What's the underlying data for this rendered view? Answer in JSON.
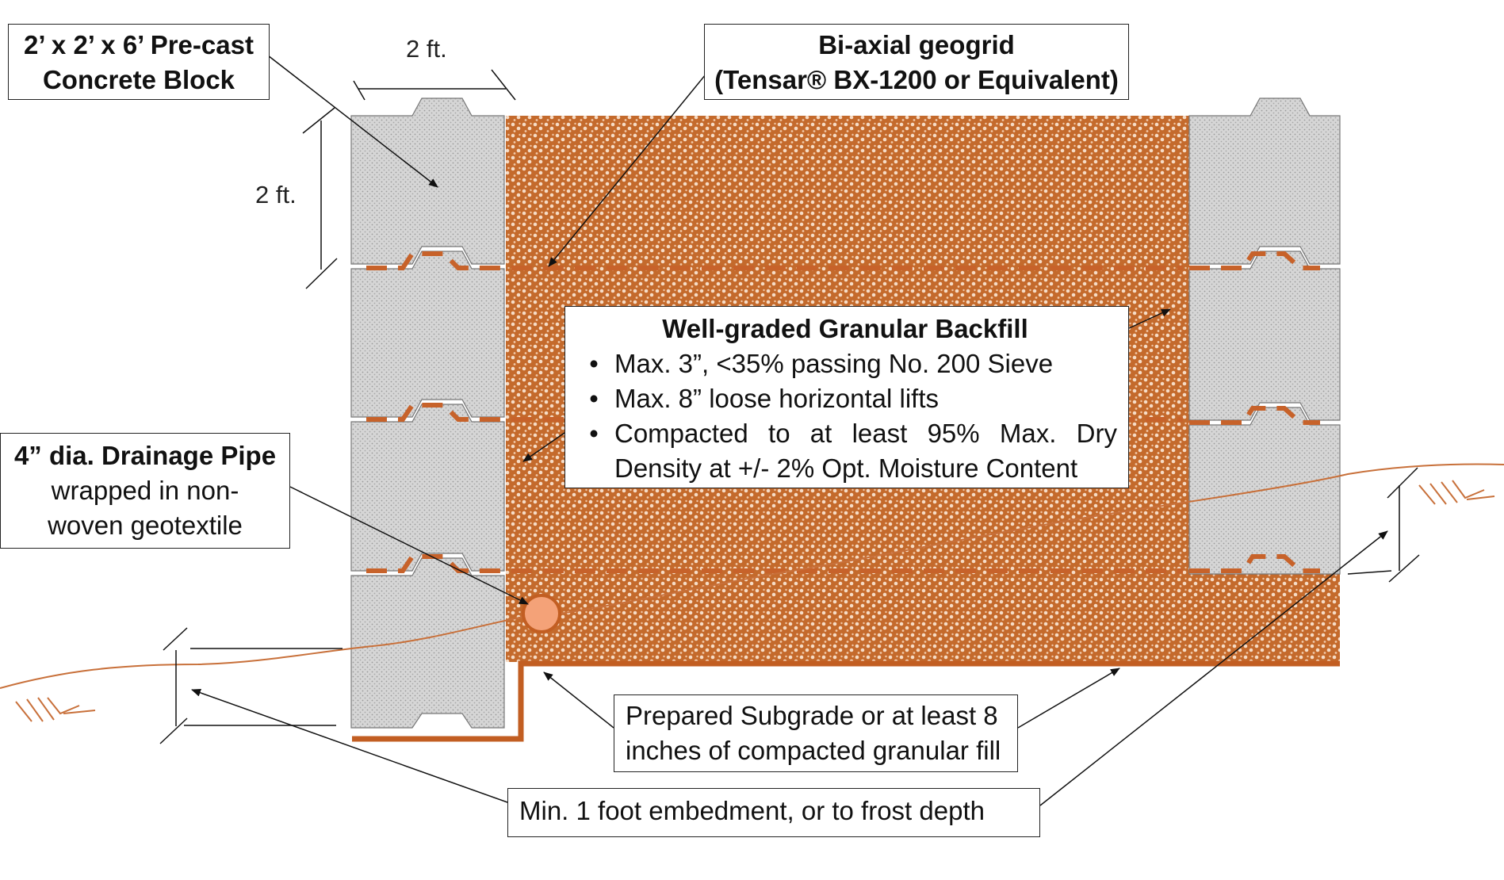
{
  "labels": {
    "block": {
      "line1": "2’ x 2’ x 6’ Pre-cast",
      "line2": "Concrete Block"
    },
    "geogrid": {
      "line1": "Bi-axial geogrid",
      "line2": "(Tensar® BX-1200 or Equivalent)"
    },
    "backfill": {
      "title": "Well-graded Granular Backfill",
      "bullets": [
        "Max. 3”, <35% passing No. 200 Sieve",
        "Max. 8” loose horizontal lifts",
        "Compacted to at least 95% Max. Dry Density at +/- 2% Opt. Moisture Content"
      ]
    },
    "pipe": {
      "line1": "4” dia. Drainage Pipe",
      "line2": "wrapped in non-",
      "line3": "woven geotextile"
    },
    "subgrade": {
      "line1": "Prepared Subgrade or at least 8",
      "line2": "inches of compacted granular fill"
    },
    "embedment": "Min. 1 foot embedment, or to frost depth"
  },
  "dimensions": {
    "block_width": "2 ft.",
    "block_height": "2 ft."
  },
  "colors": {
    "fill_base": "#c46a2c",
    "fill_speckle": "#f6dcc6",
    "geogrid": "#c7622a",
    "block_fill": "#d6d6d6",
    "block_dot": "#9a9a9a",
    "pipe_fill": "#f4a278",
    "ground_line": "#c8703a",
    "subgrade_line": "#c25e22"
  }
}
